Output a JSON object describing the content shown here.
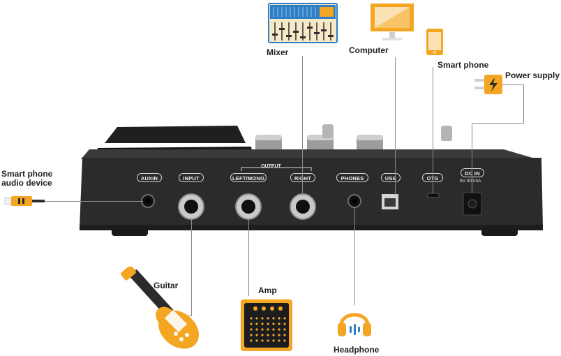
{
  "devices": {
    "mixer": "Mixer",
    "computer": "Computer",
    "smart_phone": "Smart phone",
    "power_supply": "Power supply",
    "aux_device_line1": "Smart phone",
    "aux_device_line2": "audio device",
    "guitar": "Guitar",
    "amp": "Amp",
    "headphone": "Headphone"
  },
  "ports": {
    "auxin": "AUXIN",
    "input": "INPUT",
    "output_group": "OUTPUT",
    "left_mono": "LEFT/MONO",
    "right": "RIGHT",
    "phones": "PHONES",
    "usb": "USB",
    "otg": "OTG",
    "dc_in": "DC IN",
    "dc_rating": "9V 300mA"
  },
  "colors": {
    "accent_orange": "#f4a623",
    "device_body": "#2b2b2d",
    "wire": "#8a8a8a",
    "mixer_blue": "#2f7fc8"
  },
  "icons": [
    "mixer-icon",
    "computer-icon",
    "smartphone-icon",
    "power-plug-icon",
    "aux-plug-icon",
    "guitar-icon",
    "amp-icon",
    "headphone-icon"
  ]
}
